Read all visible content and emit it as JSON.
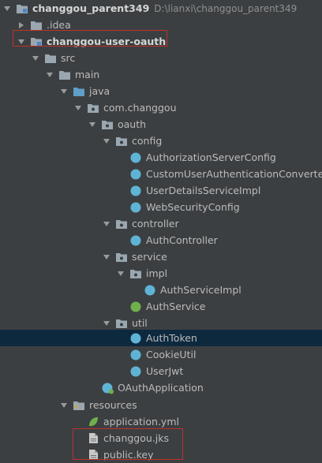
{
  "project": {
    "name": "changgou_parent349",
    "path": "D:\\lianxi\\changgou_parent349"
  },
  "nodes": [
    {
      "label": ".idea"
    },
    {
      "label": "changgou-user-oauth"
    },
    {
      "label": "src"
    },
    {
      "label": "main"
    },
    {
      "label": "java"
    },
    {
      "label": "com.changgou"
    },
    {
      "label": "oauth"
    },
    {
      "label": "config"
    },
    {
      "label": "AuthorizationServerConfig"
    },
    {
      "label": "CustomUserAuthenticationConverter"
    },
    {
      "label": "UserDetailsServiceImpl"
    },
    {
      "label": "WebSecurityConfig"
    },
    {
      "label": "controller"
    },
    {
      "label": "AuthController"
    },
    {
      "label": "service"
    },
    {
      "label": "impl"
    },
    {
      "label": "AuthServiceImpl"
    },
    {
      "label": "AuthService"
    },
    {
      "label": "util"
    },
    {
      "label": "AuthToken"
    },
    {
      "label": "CookieUtil"
    },
    {
      "label": "UserJwt"
    },
    {
      "label": "OAuthApplication"
    },
    {
      "label": "resources"
    },
    {
      "label": "application.yml"
    },
    {
      "label": "changgou.jks"
    },
    {
      "label": "public.key"
    }
  ],
  "icon_letters": {
    "class": "C",
    "interface": "I"
  },
  "colors": {
    "background": "#3c3f41",
    "selection": "#0d293e",
    "folder": "#9aa7b0",
    "source_folder": "#5f9ec9",
    "class_icon": "#5fb4d6",
    "interface_icon": "#6fb04b",
    "highlight": "#c0302b"
  }
}
